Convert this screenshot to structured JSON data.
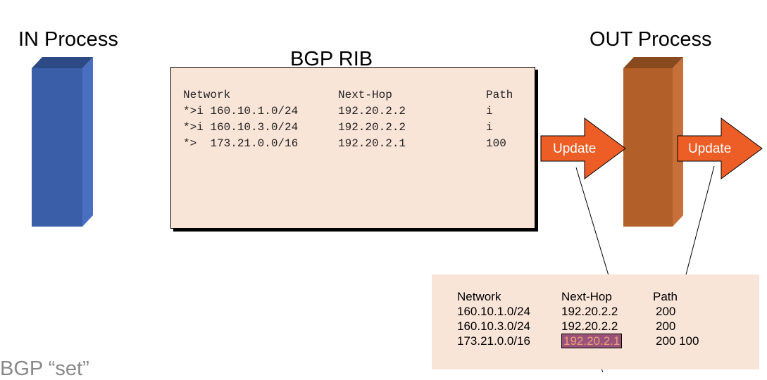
{
  "in_process": {
    "title": "IN Process"
  },
  "out_process": {
    "title": "OUT Process"
  },
  "rib": {
    "title": "BGP RIB",
    "headers": [
      "Network",
      "Next-Hop",
      "Path"
    ],
    "rows": [
      [
        "*>i 160.10.1.0/24",
        "192.20.2.2",
        "i"
      ],
      [
        "*>i 160.10.3.0/24",
        "192.20.2.2",
        "i"
      ],
      [
        "*>  173.21.0.0/16",
        "192.20.2.1",
        "100"
      ]
    ]
  },
  "update_arrows": [
    {
      "label": "Update"
    },
    {
      "label": "Update"
    }
  ],
  "out_table": {
    "headers": [
      "Network",
      "Next-Hop",
      "Path"
    ],
    "rows": [
      [
        "160.10.1.0/24",
        "192.20.2.2",
        "200"
      ],
      [
        "160.10.3.0/24",
        "192.20.2.2",
        "200"
      ],
      [
        "173.21.0.0/16",
        "192.20.2.1",
        "200 100"
      ]
    ],
    "highlighted_cell": "192.20.2.1"
  },
  "footer_fragment": "BGP “set”",
  "colors": {
    "in_pillar": "#3b5ea8",
    "out_pillar": "#b35f2a",
    "rib_fill": "#f9e4d8",
    "arrow_fill": "#ec5e25",
    "highlight_fill": "#99527a",
    "highlight_text": "#f0a07a"
  }
}
